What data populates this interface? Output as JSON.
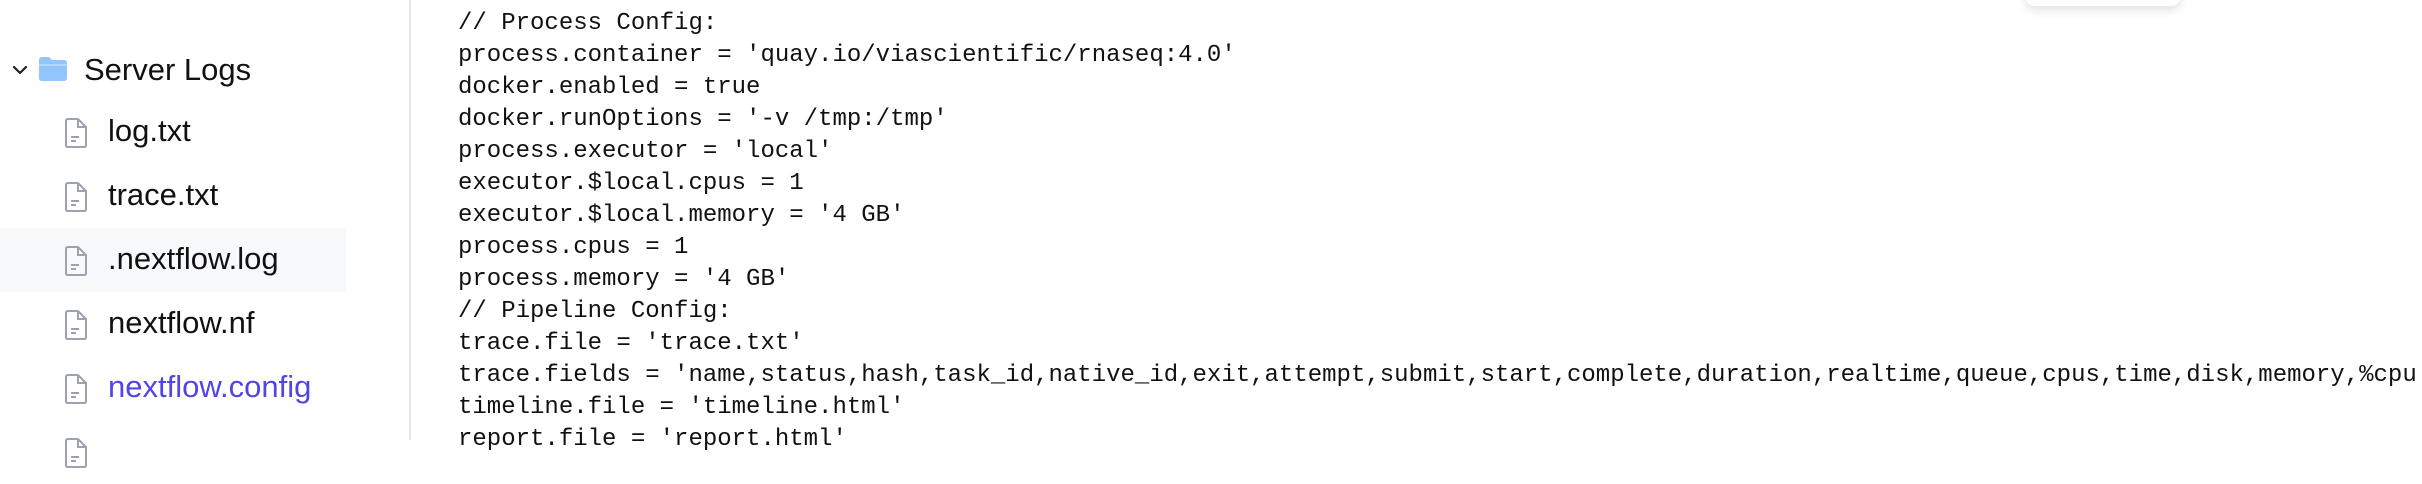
{
  "sidebar": {
    "folder": {
      "label": "Server Logs",
      "icon": "folder-icon",
      "expanded": true,
      "color": "#93c5fd"
    },
    "files": [
      {
        "label": "log.txt",
        "icon": "file-text-icon"
      },
      {
        "label": "trace.txt",
        "icon": "file-text-icon"
      },
      {
        "label": ".nextflow.log",
        "icon": "file-text-icon",
        "hovered": true
      },
      {
        "label": "nextflow.nf",
        "icon": "file-text-icon"
      },
      {
        "label": "nextflow.config",
        "icon": "file-text-icon",
        "active": true
      },
      {
        "label": "",
        "icon": "file-text-icon"
      }
    ],
    "active_color": "#4f46e5"
  },
  "editor": {
    "lines": [
      "// Process Config:",
      "process.container = 'quay.io/viascientific/rnaseq:4.0'",
      "docker.enabled = true",
      "docker.runOptions = '-v /tmp:/tmp'",
      "process.executor = 'local'",
      "executor.$local.cpus = 1",
      "executor.$local.memory = '4 GB'",
      "process.cpus = 1",
      "process.memory = '4 GB'",
      "// Pipeline Config:",
      "trace.file = 'trace.txt'",
      "trace.fields = 'name,status,hash,task_id,native_id,exit,attempt,submit,start,complete,duration,realtime,queue,cpus,time,disk,memory,%cpu",
      "timeline.file = 'timeline.html'",
      "report.file = 'report.html'"
    ]
  }
}
